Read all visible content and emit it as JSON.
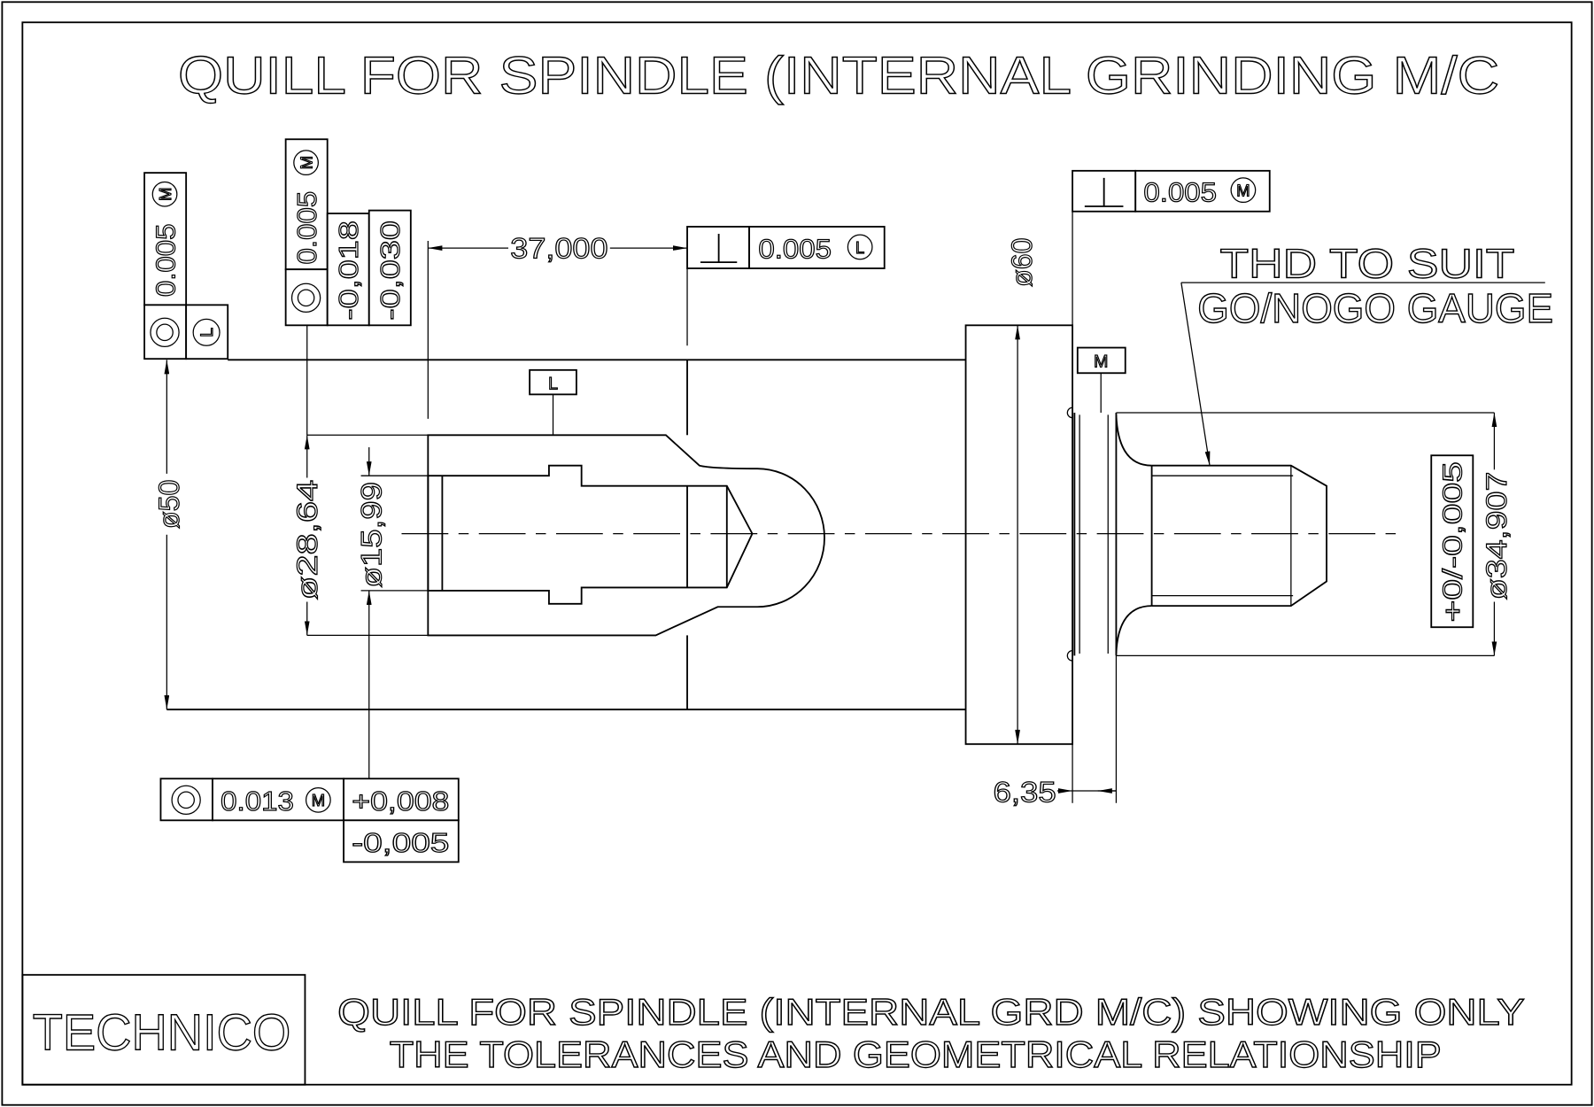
{
  "title": "QUILL FOR SPINDLE (INTERNAL GRINDING M/C",
  "thread_note": {
    "line1": "THD TO SUIT",
    "line2": "GO/NOGO GAUGE"
  },
  "dimensions": {
    "outer_dia": "ø50",
    "step_dia": "ø28,64",
    "bore_dia": "ø15,99",
    "length": "37,000",
    "flange_dia": "ø60",
    "spigot_dia": "ø34,907",
    "spigot_width": "6,35"
  },
  "frames": {
    "outer": {
      "symbol_icon": "concentricity-icon",
      "tolerance": "0.005",
      "modifier": "M",
      "datum_modifier": "L"
    },
    "step": {
      "symbol_icon": "concentricity-icon",
      "tolerance": "0.005",
      "modifier": "M",
      "upper_dev": "-0,018",
      "lower_dev": "-0,030"
    },
    "face": {
      "symbol_icon": "perpendicularity-icon",
      "tolerance": "0.005",
      "modifier": "L"
    },
    "flange": {
      "symbol_icon": "perpendicularity-icon",
      "tolerance": "0.005",
      "modifier": "M"
    },
    "bore": {
      "symbol_icon": "concentricity-icon",
      "tolerance": "0.013",
      "modifier": "M",
      "upper_dev": "+0,008",
      "lower_dev": "-0,005"
    },
    "spigot": {
      "deviation": "+0/-0,005"
    }
  },
  "datum_tags": {
    "m": "M",
    "l": "L"
  },
  "title_block": {
    "company": "TECHNICO",
    "note_line1": "QUILL FOR SPINDLE (INTERNAL GRD M/C) SHOWING ONLY",
    "note_line2": "THE TOLERANCES AND GEOMETRICAL RELATIONSHIP"
  }
}
